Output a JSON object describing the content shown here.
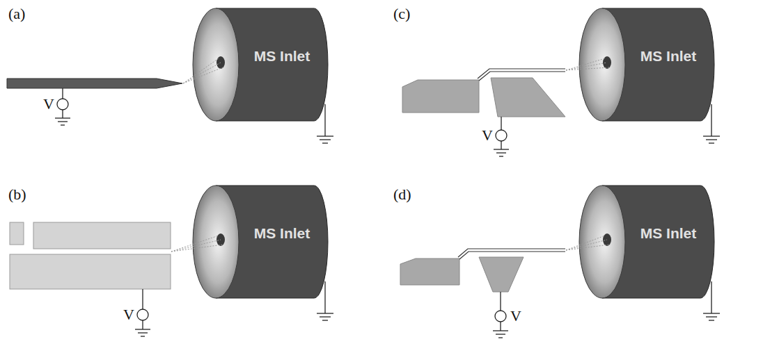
{
  "diagram": {
    "nodes": [
      {
        "text": [
          "MS Inlet"
        ]
      },
      {
        "text": [
          "MS Inlet"
        ]
      },
      {
        "text": [
          "MS Inlet"
        ]
      },
      {
        "text": [
          "MS Inlet"
        ]
      }
    ],
    "labels": [
      "(a)",
      "V",
      "(b)",
      "V",
      "(c)",
      "V",
      "(d)",
      "V"
    ]
  }
}
